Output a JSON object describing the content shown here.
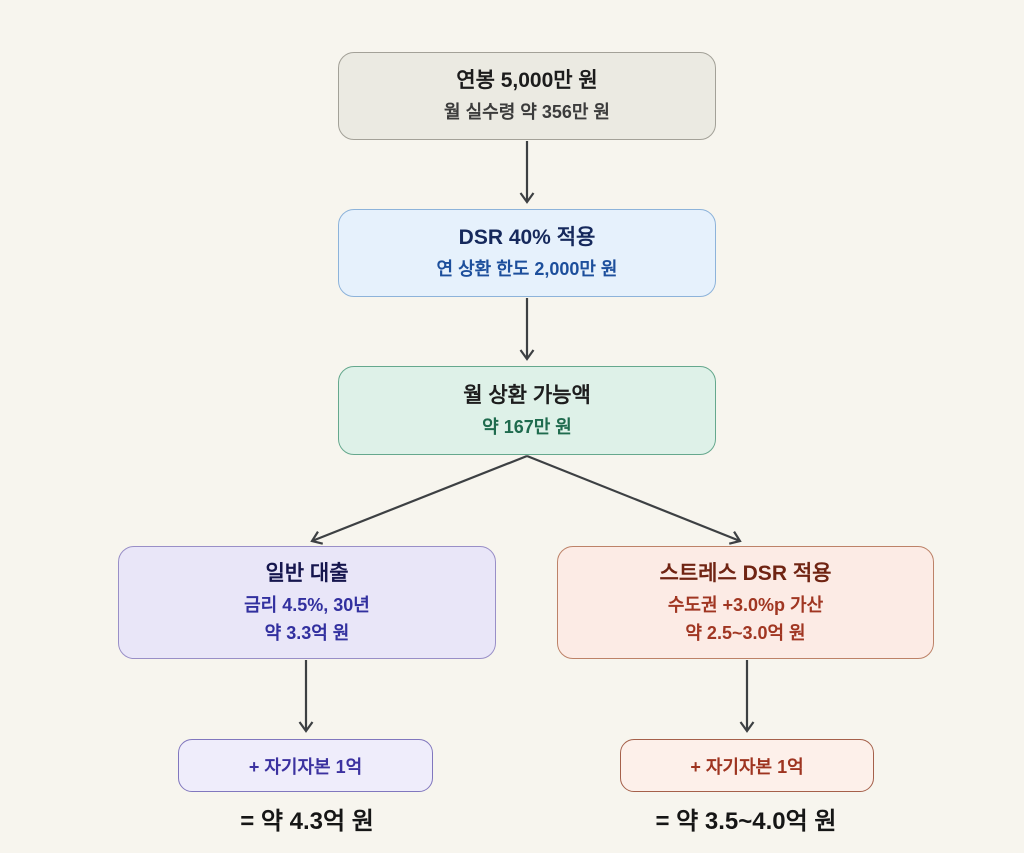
{
  "page": {
    "background_color": "#f7f5ee",
    "arrow_color": "#3d4043"
  },
  "nodes": {
    "salary": {
      "title": "연봉 5,000만 원",
      "subtitle": "월 실수령 약 356만 원",
      "fill": "#ebeae2",
      "border": "#a3a198"
    },
    "dsr": {
      "title": "DSR 40% 적용",
      "subtitle": "연 상환 한도 2,000만 원",
      "fill": "#e6f1fc",
      "border": "#8db3da",
      "title_color": "#16295c",
      "subtitle_color": "#1d4f9c"
    },
    "monthly": {
      "title": "월 상환 가능액",
      "subtitle": "약 167만 원",
      "fill": "#def1e8",
      "border": "#65a88d",
      "subtitle_color": "#1f6b4e"
    },
    "general_loan": {
      "title": "일반 대출",
      "line1": "금리 4.5%, 30년",
      "line2": "약 3.3억 원",
      "fill": "#e9e6f8",
      "border": "#998fc7",
      "text_color": "#32309f",
      "capital": "+ 자기자본 1억",
      "total": "= 약 4.3억 원"
    },
    "stress_dsr": {
      "title": "스트레스 DSR 적용",
      "line1": "수도권 +3.0%p 가산",
      "line2": "약 2.5~3.0억 원",
      "fill": "#fcebe5",
      "border": "#bd8268",
      "text_color": "#a03622",
      "capital": "+ 자기자본 1억",
      "total": "= 약 3.5~4.0억 원"
    }
  }
}
